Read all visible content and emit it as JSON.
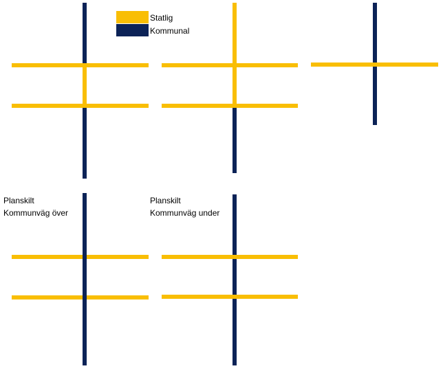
{
  "colors": {
    "statlig": "#F9BE04",
    "kommunal": "#0C2357",
    "background": "#FFFFFF"
  },
  "legend": {
    "items": [
      {
        "label": "Statlig",
        "color": "#F9BE04"
      },
      {
        "label": "Kommunal",
        "color": "#0C2357"
      }
    ]
  },
  "panels": [
    {
      "id": "intersection-1",
      "description": "",
      "title_line1": "",
      "title_line2": "",
      "on_top": "statlig"
    },
    {
      "id": "intersection-2",
      "description": "",
      "title_line1": "",
      "title_line2": "",
      "on_top": "statlig"
    },
    {
      "id": "intersection-3",
      "description": "",
      "title_line1": "",
      "title_line2": "",
      "on_top": "statlig"
    },
    {
      "id": "planskilt-over",
      "title_line1": "Planskilt",
      "title_line2": "Kommunväg över",
      "on_top": "kommunal"
    },
    {
      "id": "planskilt-under",
      "title_line1": "Planskilt",
      "title_line2": "Kommunväg under",
      "on_top": "statlig"
    }
  ]
}
